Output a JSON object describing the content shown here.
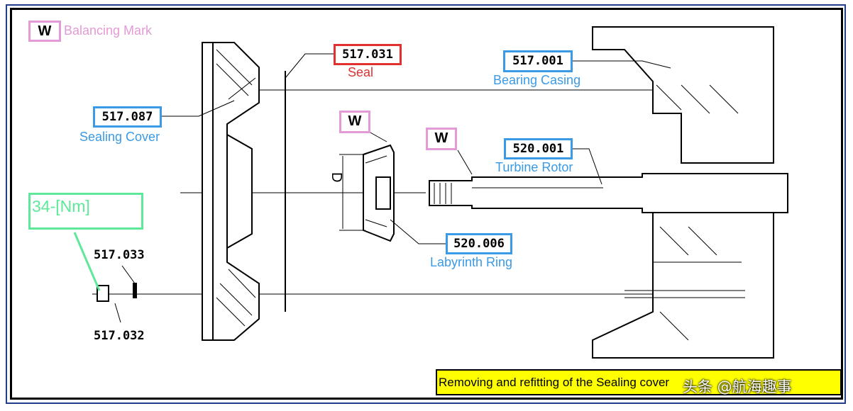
{
  "legend": {
    "mark_glyph": "W",
    "mark_label": "Balancing Mark"
  },
  "parts": [
    {
      "id": "seal",
      "number": "517.031",
      "name": "Seal"
    },
    {
      "id": "bearing_casing",
      "number": "517.001",
      "name": "Bearing Casing"
    },
    {
      "id": "sealing_cover",
      "number": "517.087",
      "name": "Sealing Cover"
    },
    {
      "id": "turbine_rotor",
      "number": "520.001",
      "name": "Turbine Rotor"
    },
    {
      "id": "labyrinth_ring",
      "number": "520.006",
      "name": "Labyrinth Ring"
    }
  ],
  "balancing_marks": [
    "W",
    "W"
  ],
  "dimension_label": "D",
  "torque": "34-[Nm]",
  "small_parts": [
    "517.033",
    "517.032"
  ],
  "caption": "Removing and refitting of the Sealing cover",
  "watermark": "头条 @航海趣事",
  "colors": {
    "blue_box": "#3a9ae6",
    "red_box": "#e03030",
    "pink_box": "#e39ad6",
    "green_box": "#5ee89a",
    "caption_bg": "#ffff00"
  }
}
